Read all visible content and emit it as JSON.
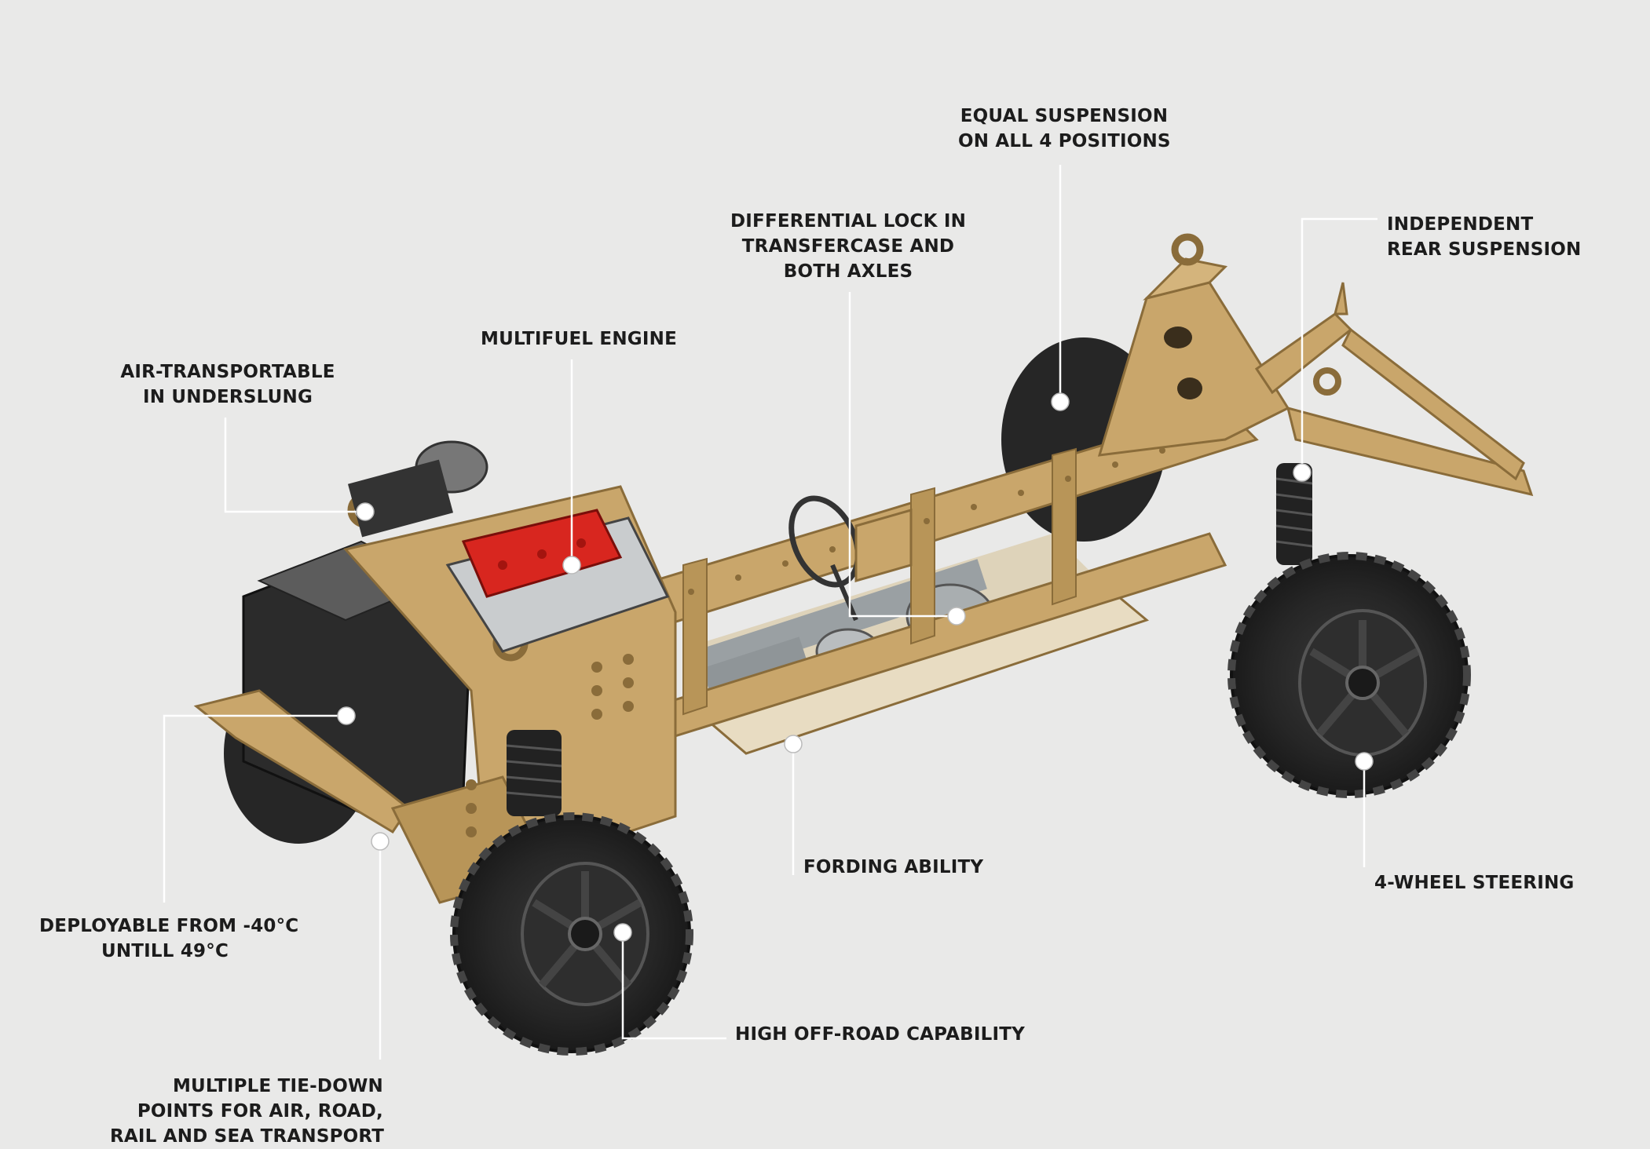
{
  "callouts": {
    "air_transportable": [
      "AIR-TRANSPORTABLE",
      "IN UNDERSLUNG"
    ],
    "multifuel_engine": [
      "MULTIFUEL ENGINE"
    ],
    "differential_lock": [
      "DIFFERENTIAL LOCK IN",
      "TRANSFERCASE AND",
      "BOTH AXLES"
    ],
    "equal_suspension": [
      "EQUAL SUSPENSION",
      "ON ALL 4 POSITIONS"
    ],
    "independent_rear_suspension": [
      "INDEPENDENT",
      "REAR SUSPENSION"
    ],
    "fording_ability": [
      "FORDING ABILITY"
    ],
    "four_wheel_steering": [
      "4-WHEEL STEERING"
    ],
    "deployable_temperature": [
      "DEPLOYABLE FROM -40°C",
      "UNTILL 49°C"
    ],
    "high_off_road": [
      "HIGH OFF-ROAD CAPABILITY"
    ],
    "tie_down_points": [
      "MULTIPLE TIE-DOWN",
      "POINTS FOR AIR, ROAD,",
      "RAIL AND SEA TRANSPORT"
    ]
  },
  "colors": {
    "background": "#e9e9e8",
    "chassis": "#c9a66b",
    "chassis_dark": "#8a6c3a",
    "tire": "#2a2a2a",
    "engine_cover": "#d8261f",
    "leader_line": "#ffffff",
    "text": "#1c1c1c"
  }
}
